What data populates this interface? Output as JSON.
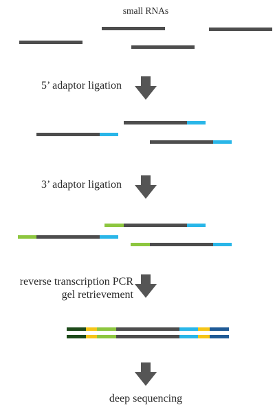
{
  "title": "small RNAs",
  "steps": {
    "adaptor5": "5’ adaptor ligation",
    "adaptor3": "3’ adaptor ligation",
    "rt_pcr_line1": "reverse transcription PCR",
    "rt_pcr_line2": "gel retrievement",
    "sequencing": "deep sequencing"
  },
  "colors": {
    "rna": "#4d4d4d",
    "adaptor_3": "#29b6e8",
    "adaptor_5": "#8dc63f",
    "primer_dark_green": "#1d4a1a",
    "primer_yellow": "#f5c518",
    "primer_dark_blue": "#1f5a96",
    "arrow": "#555555"
  }
}
